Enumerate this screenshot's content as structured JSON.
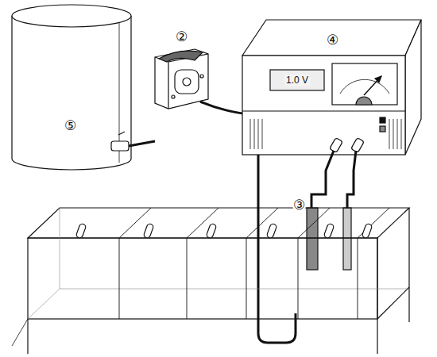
{
  "diagram": {
    "labels": [
      "⑤",
      "②",
      "④",
      "1.0 V",
      "③"
    ]
  }
}
